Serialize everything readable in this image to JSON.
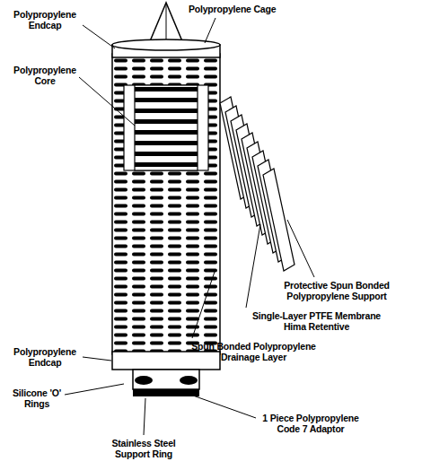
{
  "diagram": {
    "labels": [
      "Polypropylene Cage",
      "Polypropylene Endcap",
      "Polypropylene Core",
      "Protective Spun Bonded Polypropylene Support",
      "Single-Layer PTFE Membrane Hima Retentive",
      "Spun Bonded Polypropylene Drainage Layer",
      "Polypropylene Endcap",
      "Silicone 'O' Rings",
      "Stainless Steel Support Ring",
      "1 Piece Polypropylene Code 7 Adaptor"
    ]
  }
}
